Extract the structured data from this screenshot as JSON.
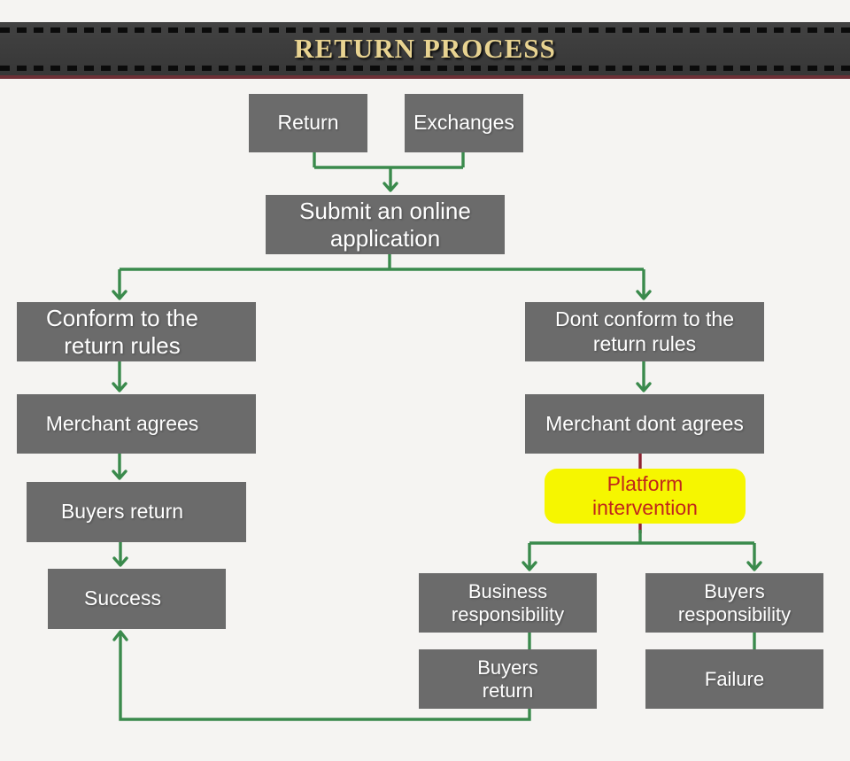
{
  "header": {
    "title": "RETURN PROCESS"
  },
  "colors": {
    "background": "#f5f4f2",
    "banner": "#3b3b3b",
    "banner_title_gold": "#e8d391",
    "banner_red_strip": "#6d3036",
    "box_gray": "#6b6b6b",
    "box_text": "#ffffff",
    "connector_green": "#3a8a4c",
    "connector_dark_red": "#8e2332",
    "highlight_yellow": "#f6f600",
    "highlight_text_red": "#c1271b"
  },
  "flowchart": {
    "nodes": {
      "return_box": "Return",
      "exchanges": "Exchanges",
      "submit": "Submit an online\napplication",
      "conform": "Conform to the\nreturn rules",
      "dont_conform": "Dont conform to the\nreturn rules",
      "merchant_agrees": "Merchant agrees",
      "merchant_dont_agrees": "Merchant dont agrees",
      "platform_intervention": "Platform\nintervention",
      "buyers_return_left": "Buyers return",
      "success": "Success",
      "business_responsibility": "Business\nresponsibility",
      "buyers_responsibility": "Buyers\nresponsibility",
      "buyers_return_right": "Buyers\nreturn",
      "failure": "Failure"
    },
    "edges": [
      {
        "from": "Return",
        "to": "Submit an online application"
      },
      {
        "from": "Exchanges",
        "to": "Submit an online application"
      },
      {
        "from": "Submit an online application",
        "to": "Conform to the return rules"
      },
      {
        "from": "Submit an online application",
        "to": "Dont conform to the return rules"
      },
      {
        "from": "Conform to the return rules",
        "to": "Merchant agrees"
      },
      {
        "from": "Merchant agrees",
        "to": "Buyers return"
      },
      {
        "from": "Buyers return",
        "to": "Success"
      },
      {
        "from": "Dont conform to the return rules",
        "to": "Merchant dont agrees"
      },
      {
        "from": "Merchant dont agrees",
        "to": "Platform intervention"
      },
      {
        "from": "Platform intervention",
        "to": "Business responsibility"
      },
      {
        "from": "Platform intervention",
        "to": "Buyers responsibility"
      },
      {
        "from": "Business responsibility",
        "to": "Buyers return"
      },
      {
        "from": "Buyers return (right)",
        "to": "Success"
      },
      {
        "from": "Buyers responsibility",
        "to": "Failure"
      }
    ]
  }
}
